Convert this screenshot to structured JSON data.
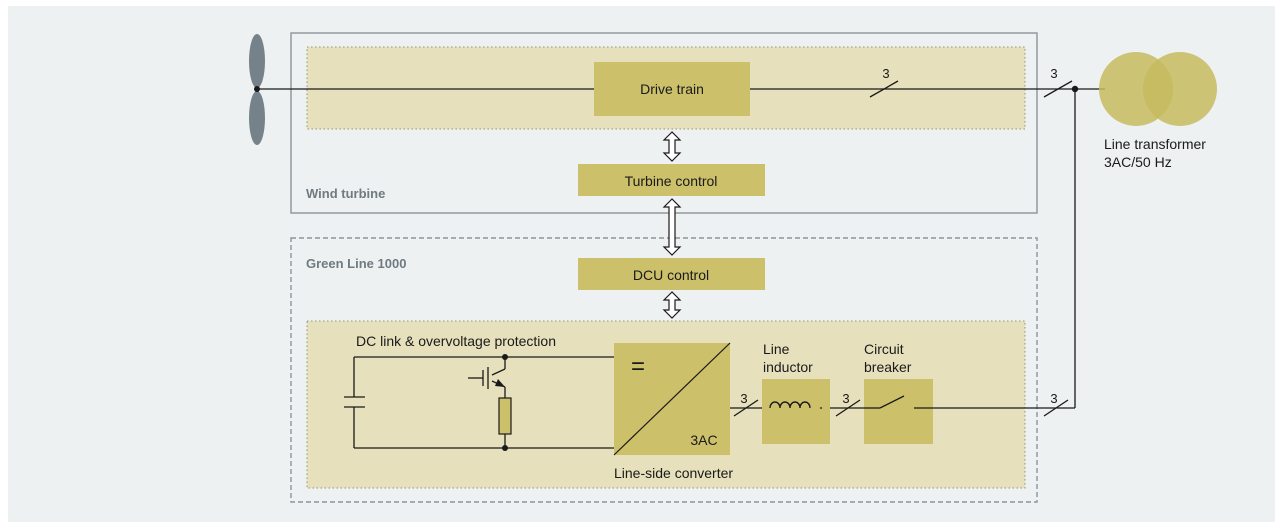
{
  "colors": {
    "background": "#eef1f2",
    "block_fill": "#ccc06a",
    "zone_fill": "#e6e0bc",
    "frame_stroke": "#8b959a",
    "line": "#1a1a1a",
    "transformer": "#c5bb5f",
    "blade": "#76828a",
    "label_gray": "#707a80"
  },
  "diagram": {
    "wind_turbine_label": "Wind turbine",
    "green_line_label": "Green Line 1000",
    "blocks": {
      "drive_train": "Drive train",
      "turbine_control": "Turbine control",
      "dcu_control": "DCU control",
      "line_inductor": "Line\ninductor",
      "circuit_breaker": "Circuit\nbreaker"
    },
    "labels": {
      "dc_link": "DC link & overvoltage protection",
      "line_side_converter": "Line-side converter",
      "converter_ac": "3AC",
      "converter_dc_symbol": "=",
      "transformer_line1": "Line transformer",
      "transformer_line2": "3AC/50 Hz"
    },
    "phase_count": "3"
  }
}
